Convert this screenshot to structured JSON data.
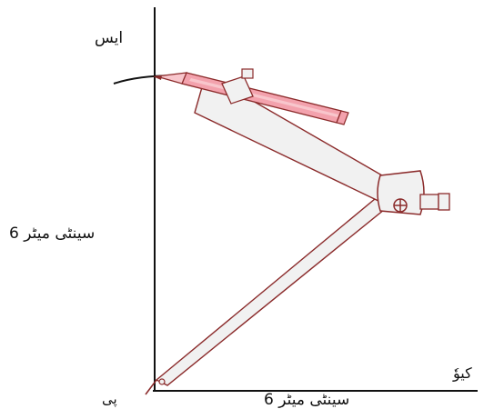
{
  "labels": {
    "top_point": "ایس",
    "vertical_length": "6 سینٹی میٹر",
    "bottom_left_point": "پی",
    "right_point": "کیوٗ",
    "horizontal_length": "6 سینٹی میٹر"
  },
  "colors": {
    "outline": "#8b2b2b",
    "compass_fill": "#f1f1f1",
    "pencil_fill": "#f3a2ad",
    "pencil_light": "#f8c6cc",
    "axis": "#111111"
  },
  "icons": {
    "pivot": "crosshair-circle"
  }
}
